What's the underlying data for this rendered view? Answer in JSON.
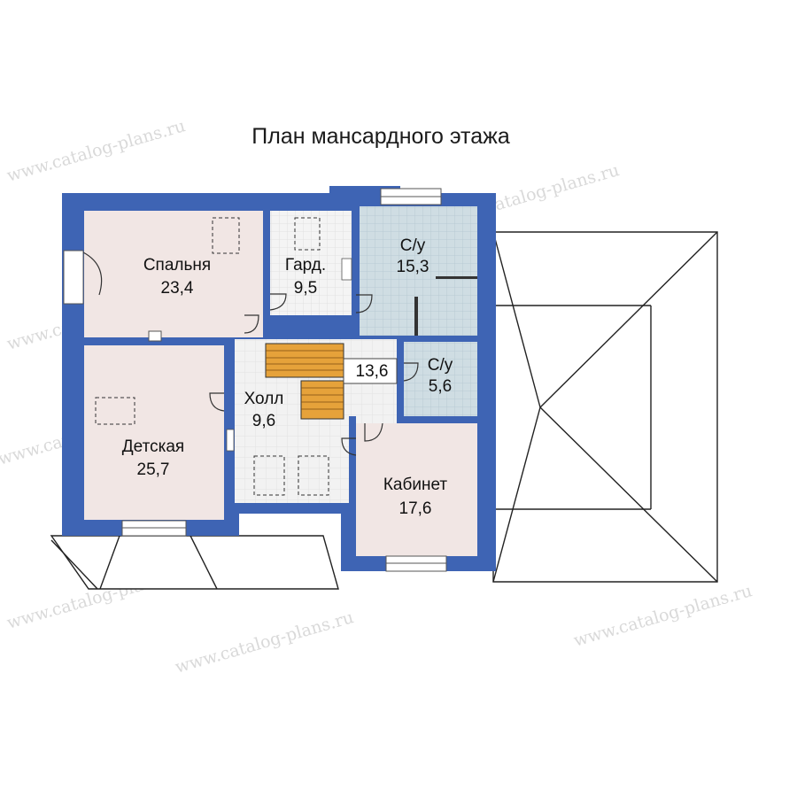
{
  "title": "План мансардного этажа",
  "watermark": "www.catalog-plans.ru",
  "colors": {
    "wall": "#3e64b4",
    "room_pink": "#f1e6e4",
    "bath_tile": "#cfdde3",
    "dress_tile": "#f4f4f4",
    "hall_tile": "#f2f2f2",
    "stairs": "#e6a23a",
    "roof_line": "#222222"
  },
  "rooms": [
    {
      "id": "bedroom",
      "name": "Спальня",
      "area": "23,4"
    },
    {
      "id": "dressing",
      "name": "Гард.",
      "area": "9,5"
    },
    {
      "id": "bathroom-large",
      "name": "С/у",
      "area": "15,3"
    },
    {
      "id": "nursery",
      "name": "Детская",
      "area": "25,7"
    },
    {
      "id": "hall",
      "name": "Холл",
      "area": "9,6"
    },
    {
      "id": "stair-area",
      "name": "",
      "area": "13,6"
    },
    {
      "id": "bathroom-small",
      "name": "С/у",
      "area": "5,6"
    },
    {
      "id": "study",
      "name": "Кабинет",
      "area": "17,6"
    }
  ]
}
